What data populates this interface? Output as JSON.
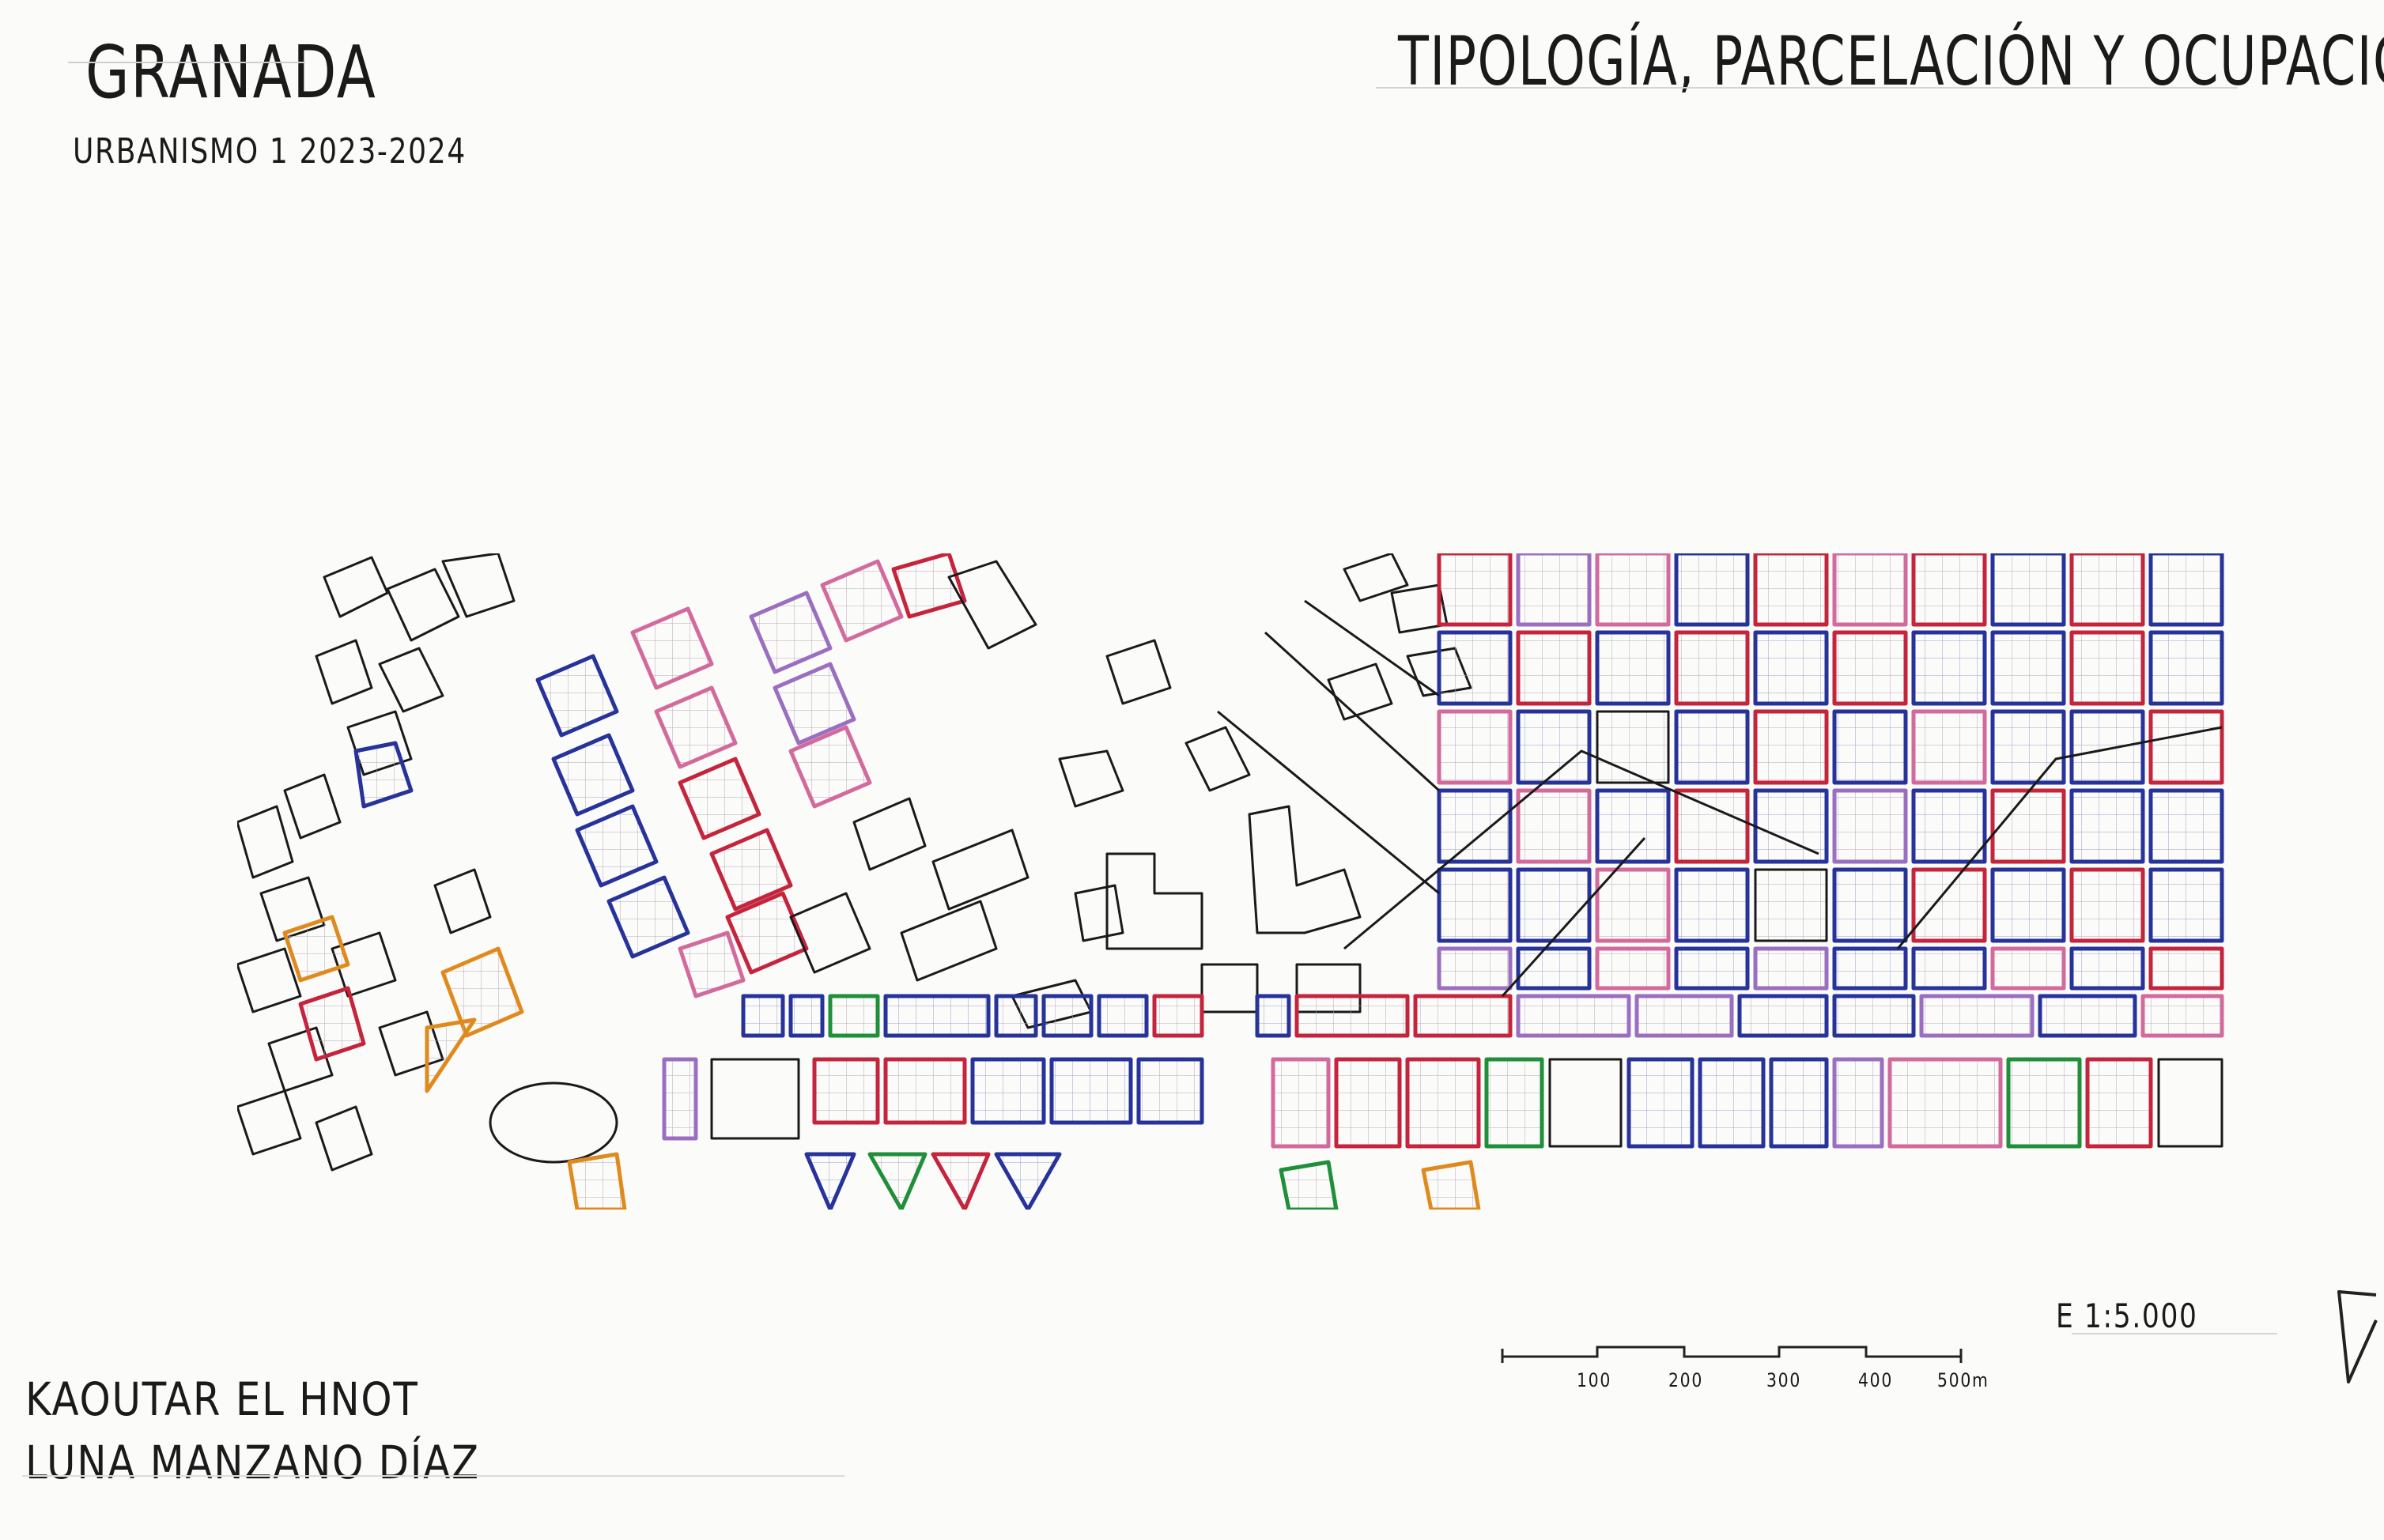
{
  "header": {
    "city": "GRANADA",
    "course": "URBANISMO 1  2023-2024",
    "title": "TIPOLOGÍA, PARCELACIÓN Y OCUPACIÓN"
  },
  "authors": {
    "author_1": "KAOUTAR EL HNOT",
    "author_2": "LUNA MANZANO DÍAZ"
  },
  "scale": {
    "label": "E 1:5.000",
    "ticks": [
      "100",
      "200",
      "300",
      "400",
      "500m"
    ]
  },
  "colors": {
    "ink": "#1a1a1a",
    "blue": "#27339a",
    "red": "#c4243c",
    "pink": "#d36a9c",
    "violet": "#9b6fc0",
    "green": "#1f8f3a",
    "orange": "#e08a1e"
  },
  "icons": {
    "north": "north-arrow-icon"
  }
}
